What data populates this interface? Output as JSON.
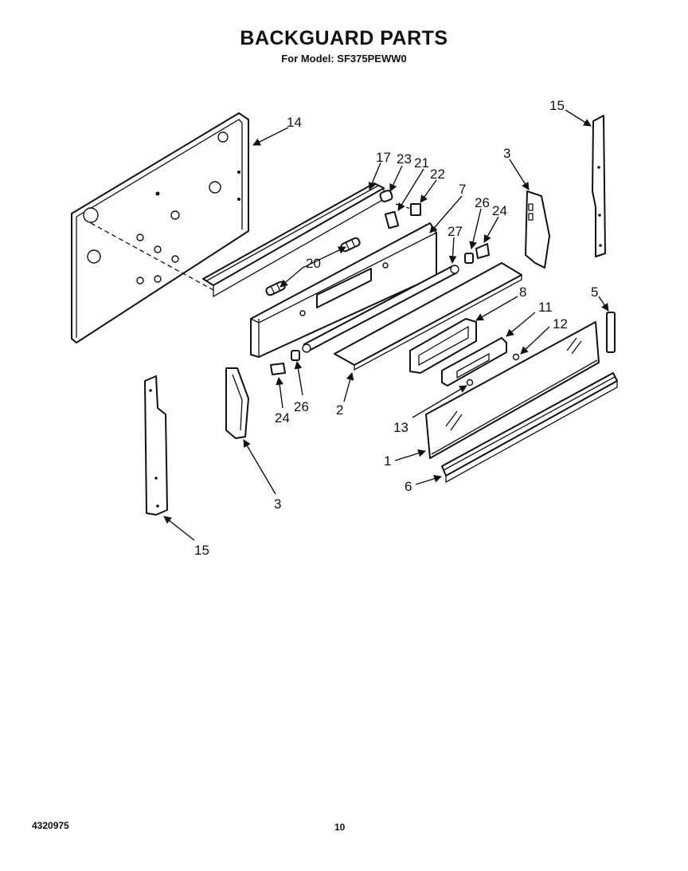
{
  "header": {
    "title": "BACKGUARD PARTS",
    "model_line": "For Model: SF375PEWW0"
  },
  "footer": {
    "doc_number": "4320975",
    "page_number": "10"
  },
  "callouts": {
    "c14": "14",
    "c17": "17",
    "c23": "23",
    "c21": "21",
    "c22": "22",
    "c7": "7",
    "c26a": "26",
    "c24a": "24",
    "c27": "27",
    "c3a": "3",
    "c15a": "15",
    "c20": "20",
    "c8": "8",
    "c11": "11",
    "c12": "12",
    "c5": "5",
    "c24b": "24",
    "c26b": "26",
    "c2": "2",
    "c13": "13",
    "c1": "1",
    "c6": "6",
    "c3b": "3",
    "c15b": "15"
  },
  "icons": [
    "arrow-head-icon"
  ]
}
